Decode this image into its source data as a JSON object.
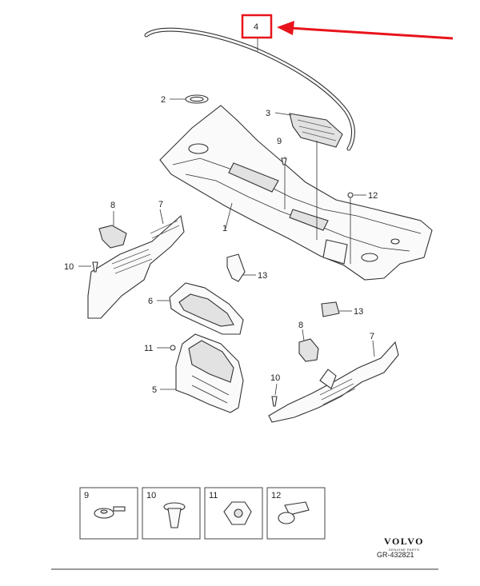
{
  "callouts": {
    "c1": "1",
    "c2": "2",
    "c3": "3",
    "c4": "4",
    "c5": "5",
    "c6": "6",
    "c7a": "7",
    "c7b": "7",
    "c8a": "8",
    "c8b": "8",
    "c9": "9",
    "c10a": "10",
    "c10b": "10",
    "c11": "11",
    "c12": "12",
    "c13a": "13",
    "c13b": "13"
  },
  "legend": {
    "box1": "9",
    "box2": "10",
    "box3": "11",
    "box4": "12"
  },
  "brand": {
    "name": "VOLVO",
    "sub": "GENUINE PARTS"
  },
  "reference": "GR-432821",
  "colors": {
    "highlight": "#e8141c",
    "line": "#333333"
  }
}
